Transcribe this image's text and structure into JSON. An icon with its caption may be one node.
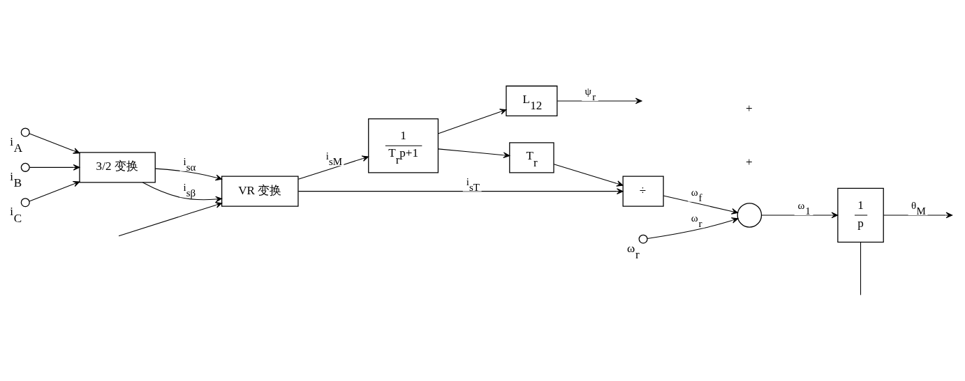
{
  "diagram": {
    "nodes": [
      {
        "text": [],
        "shape": "circle",
        "beside": [
          "i$_{A}$"
        ]
      },
      {
        "text": [],
        "shape": "circle",
        "beside": [
          "i$_{B}$"
        ]
      },
      {
        "text": [],
        "shape": "circle",
        "beside": [
          "i$_{C}$"
        ]
      },
      {
        "text": [],
        "shape": "circle",
        "beside": [
          "ω$_{r}$"
        ]
      },
      {
        "text": [
          "3/2 变换"
        ]
      },
      {
        "text": [
          "VR 变换"
        ]
      },
      {
        "text": [
          "1",
          "T$_{r}$p+1"
        ]
      },
      {
        "text": [
          "L$_{12}$"
        ]
      },
      {
        "text": [
          "T$_{r}$"
        ]
      },
      {
        "text": [
          "÷"
        ]
      },
      {
        "text": [],
        "shape": "circle"
      },
      {
        "text": [
          "1",
          "p"
        ]
      }
    ],
    "edges": [
      {
        "from": 0,
        "to": 4,
        "arrow": "to"
      },
      {
        "from": 1,
        "to": 4,
        "arrow": "to"
      },
      {
        "from": 2,
        "to": 4,
        "arrow": "to"
      },
      {
        "from": 4,
        "to": 5,
        "arrow": "to",
        "label": "i$_{sα}$"
      },
      {
        "from": 4,
        "to": 5,
        "arrow": "to",
        "label": "i$_{sβ}$"
      },
      {
        "from": 5,
        "to": 6,
        "arrow": "to",
        "label": "i$_{sM}$"
      },
      {
        "from": 5,
        "to": 9,
        "arrow": "to",
        "label": "i$_{sT}$"
      },
      {
        "from": 6,
        "to": 7,
        "arrow": "to"
      },
      {
        "from": 6,
        "to": 8,
        "arrow": "to"
      },
      {
        "from": 8,
        "to": 9,
        "arrow": "to"
      },
      {
        "from": 9,
        "to": 10,
        "arrow": "to",
        "label": "ω$_{f}$"
      },
      {
        "from": 3,
        "to": 10,
        "arrow": "to",
        "label": "ω$_{r}$"
      },
      {
        "from": 10,
        "to": 11,
        "arrow": "to",
        "label": "ω$_{1}$"
      },
      {
        "from": 7,
        "to": null,
        "arrow": "to",
        "label": "ψ$_{r}$"
      },
      {
        "from": 11,
        "to": null,
        "arrow": "to",
        "label": "θ$_{M}$"
      },
      {
        "from": 11,
        "to": null,
        "arrow": "none"
      },
      {
        "from": null,
        "to": 5,
        "arrow": "to"
      }
    ],
    "labels": [
      "+",
      "+"
    ]
  }
}
